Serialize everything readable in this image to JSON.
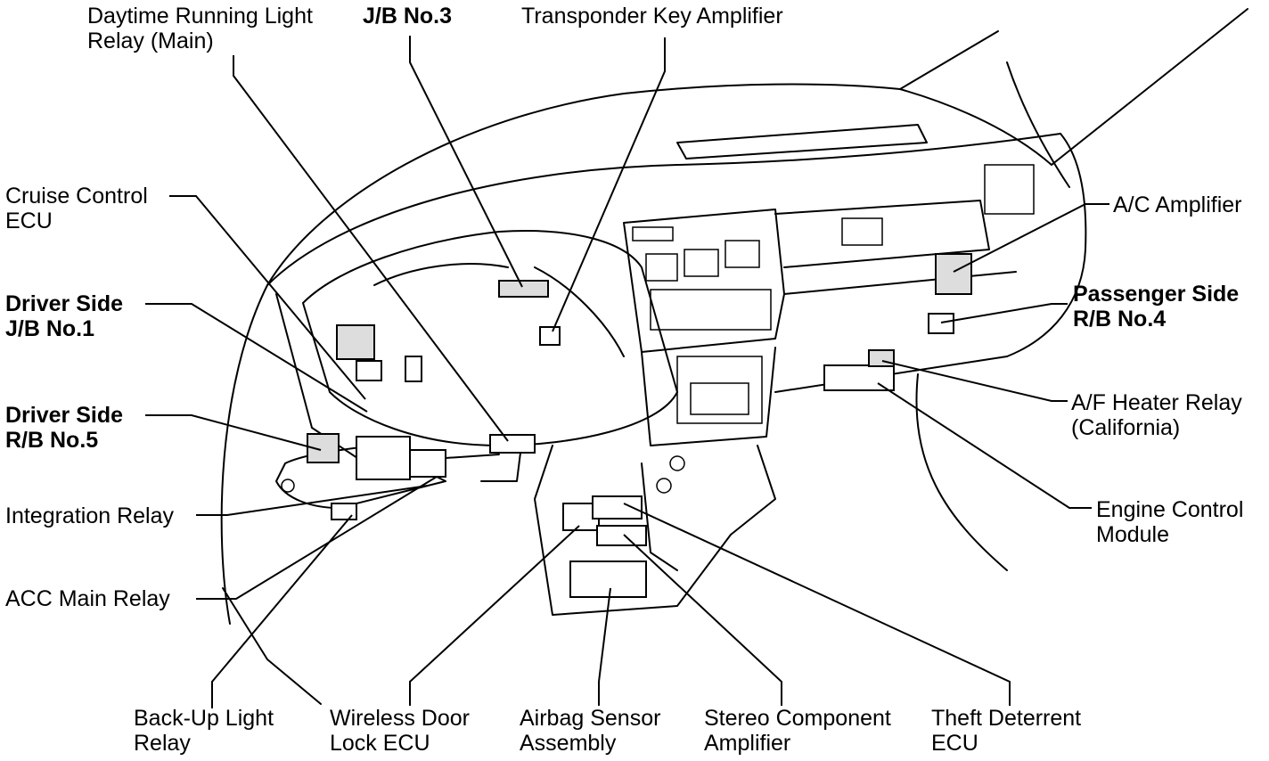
{
  "labels": {
    "drl_relay": {
      "line1": "Daytime Running Light",
      "line2": "Relay (Main)"
    },
    "jb3": {
      "line1": "J/B No.3"
    },
    "transponder": {
      "line1": "Transponder Key Amplifier"
    },
    "cruise": {
      "line1": "Cruise Control",
      "line2": "ECU"
    },
    "driver_jb1": {
      "line1": "Driver Side",
      "line2": "J/B No.1"
    },
    "driver_rb5": {
      "line1": "Driver Side",
      "line2": "R/B No.5"
    },
    "integration": {
      "line1": "Integration Relay"
    },
    "acc_main": {
      "line1": "ACC Main Relay"
    },
    "backup": {
      "line1": "Back-Up Light",
      "line2": "Relay"
    },
    "wireless": {
      "line1": "Wireless Door",
      "line2": "Lock ECU"
    },
    "airbag": {
      "line1": "Airbag Sensor",
      "line2": "Assembly"
    },
    "stereo": {
      "line1": "Stereo Component",
      "line2": "Amplifier"
    },
    "theft": {
      "line1": "Theft Deterrent",
      "line2": "ECU"
    },
    "ac_amp": {
      "line1": "A/C Amplifier"
    },
    "pass_rb4": {
      "line1": "Passenger Side",
      "line2": "R/B No.4"
    },
    "af_heater": {
      "line1": "A/F Heater Relay",
      "line2": "(California)"
    },
    "ecm": {
      "line1": "Engine Control",
      "line2": "Module"
    }
  }
}
